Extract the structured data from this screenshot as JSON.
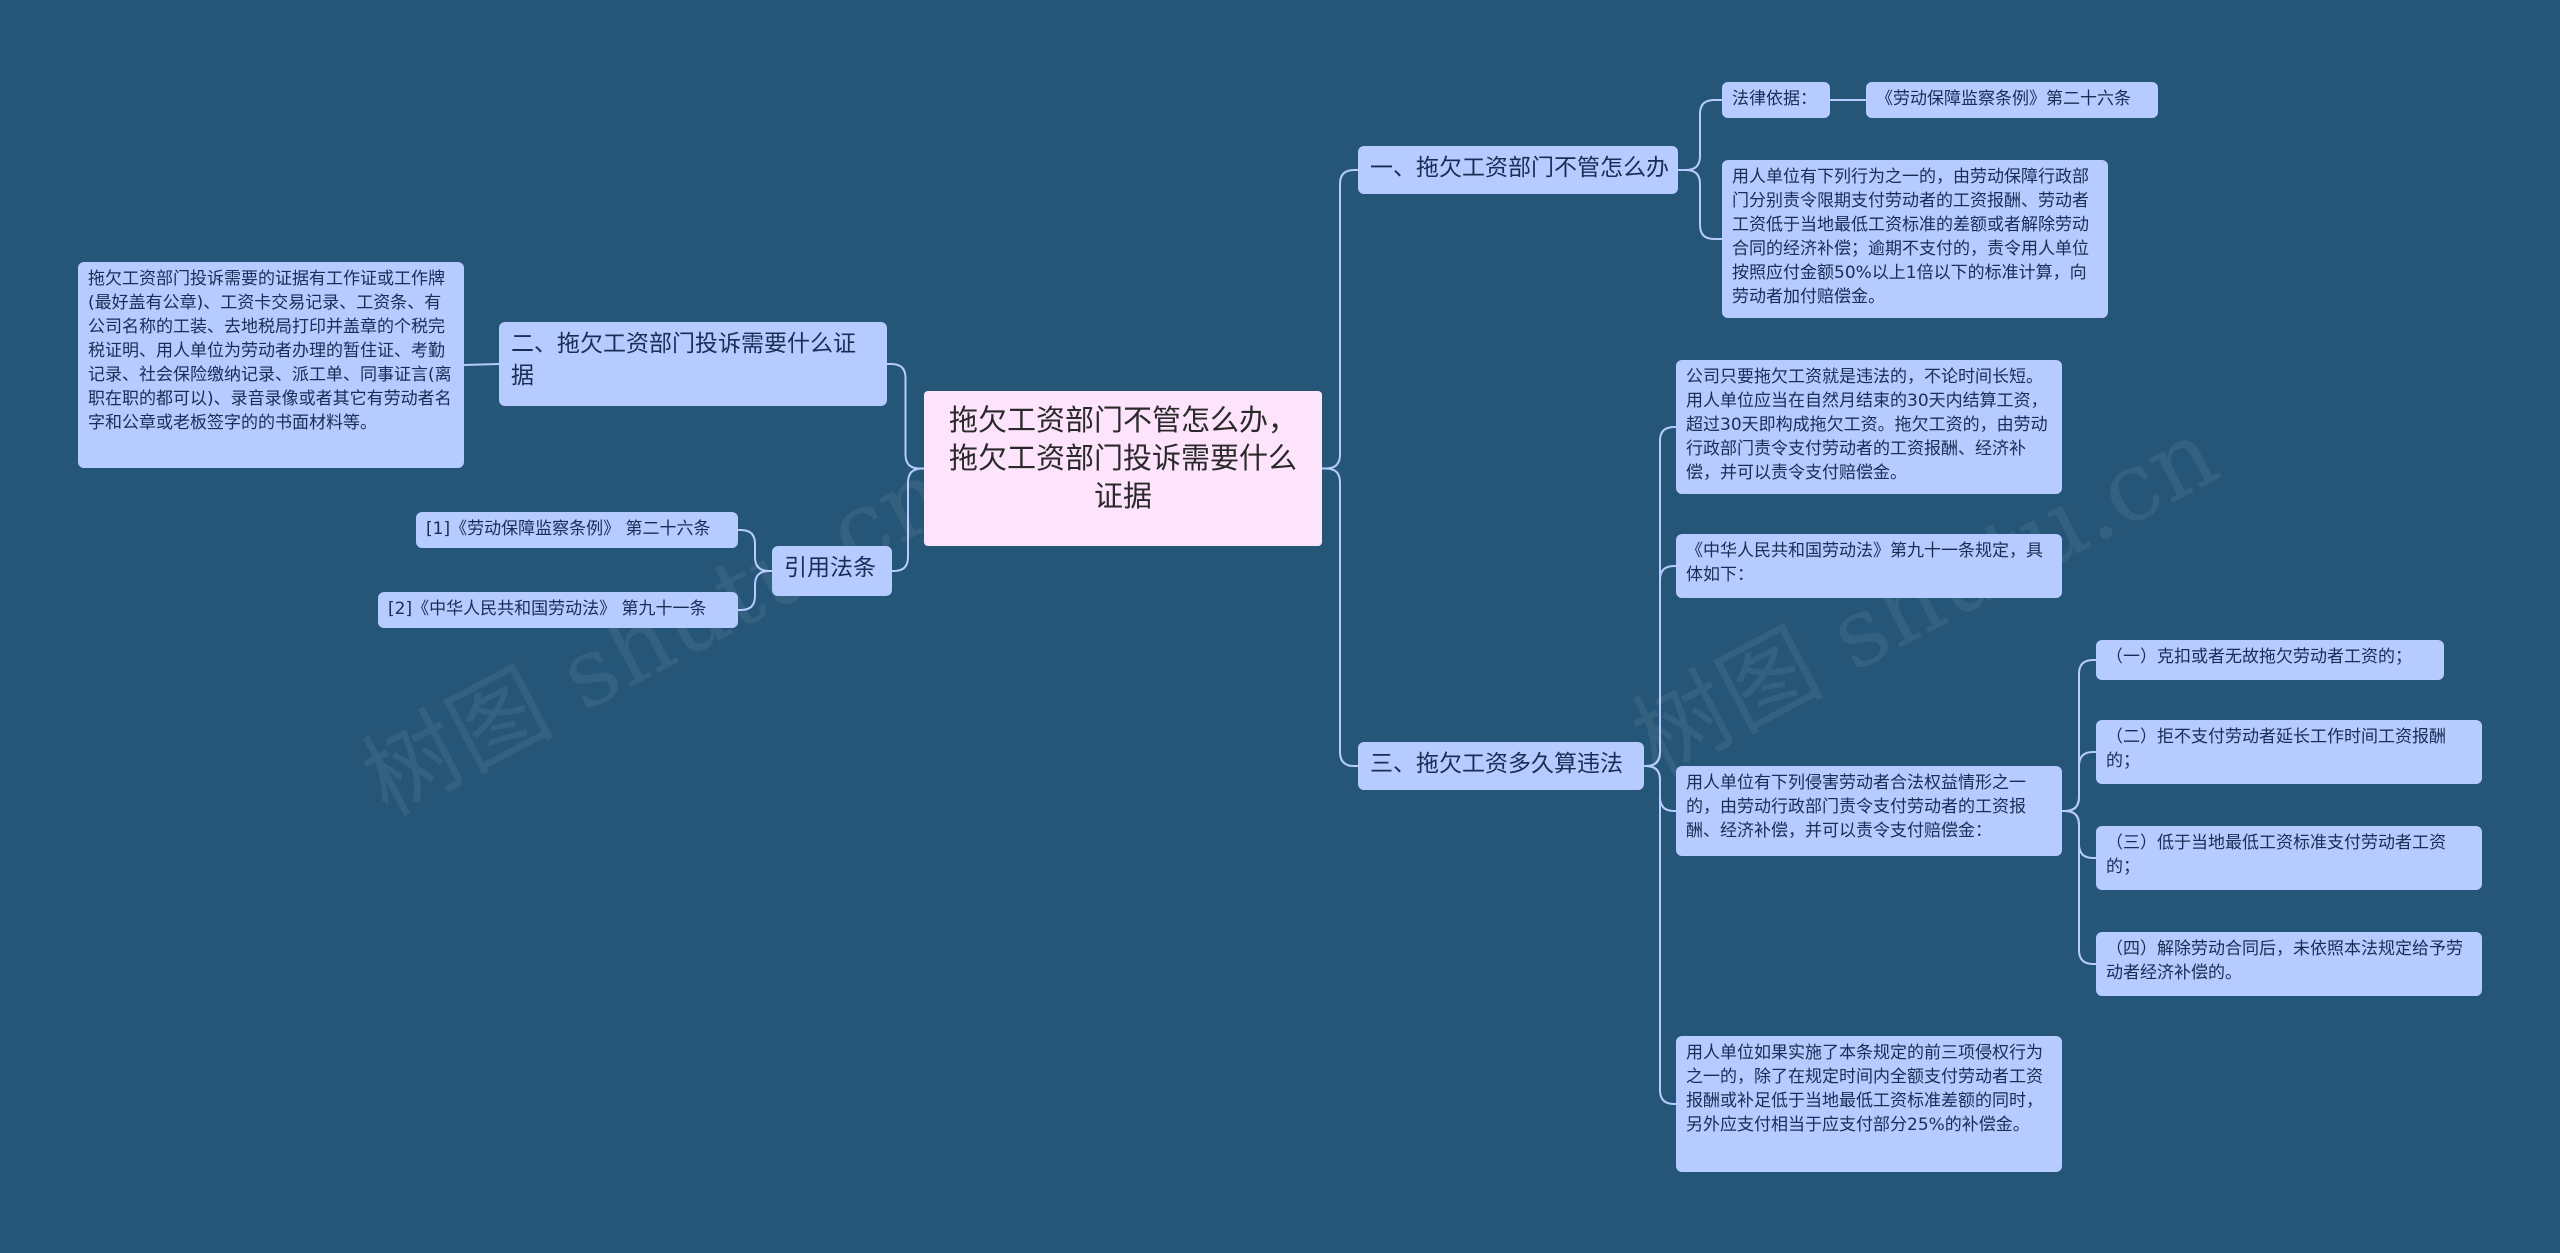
{
  "watermark": "树图 shutu.cn",
  "root": {
    "text": "拖欠工资部门不管怎么办，拖欠工资部门投诉需要什么证据"
  },
  "nodes": {
    "b1": "一、拖欠工资部门不管怎么办",
    "b1_law_label": "法律依据：",
    "b1_law_value": "《劳动保障监察条例》第二十六条",
    "b1_detail": "用人单位有下列行为之一的，由劳动保障行政部门分别责令限期支付劳动者的工资报酬、劳动者工资低于当地最低工资标准的差额或者解除劳动合同的经济补偿；逾期不支付的，责令用人单位按照应付金额50%以上1倍以下的标准计算，向劳动者加付赔偿金。",
    "b2": "二、拖欠工资部门投诉需要什么证据",
    "b2_detail": "拖欠工资部门投诉需要的证据有工作证或工作牌(最好盖有公章)、工资卡交易记录、工资条、有公司名称的工装、去地税局打印并盖章的个税完税证明、用人单位为劳动者办理的暂住证、考勤记录、社会保险缴纳记录、派工单、同事证言(离职在职的都可以)、录音录像或者其它有劳动者名字和公章或老板签字的的书面材料等。",
    "b3": "三、拖欠工资多久算违法",
    "b3_c1": "公司只要拖欠工资就是违法的，不论时间长短。用人单位应当在自然月结束的30天内结算工资，超过30天即构成拖欠工资。拖欠工资的，由劳动行政部门责令支付劳动者的工资报酬、经济补偿，并可以责令支付赔偿金。",
    "b3_c2": "《中华人民共和国劳动法》第九十一条规定，具体如下：",
    "b3_c3": "用人单位有下列侵害劳动者合法权益情形之一的，由劳动行政部门责令支付劳动者的工资报酬、经济补偿，并可以责令支付赔偿金：",
    "b3_c3_i1": "（一）克扣或者无故拖欠劳动者工资的；",
    "b3_c3_i2": "（二）拒不支付劳动者延长工作时间工资报酬的；",
    "b3_c3_i3": "（三）低于当地最低工资标准支付劳动者工资的；",
    "b3_c3_i4": "（四）解除劳动合同后，未依照本法规定给予劳动者经济补偿的。",
    "b3_c4": "用人单位如果实施了本条规定的前三项侵权行为之一的，除了在规定时间内全额支付劳动者工资报酬或补足低于当地最低工资标准差额的同时，另外应支付相当于应支付部分25%的补偿金。",
    "ref": "引用法条",
    "ref1": "[1]《劳动保障监察条例》 第二十六条",
    "ref2": "[2]《中华人民共和国劳动法》 第九十一条"
  },
  "colors": {
    "background": "#265677",
    "node": "#b6cbff",
    "root": "#fde3fb",
    "link": "#b6cbff"
  }
}
